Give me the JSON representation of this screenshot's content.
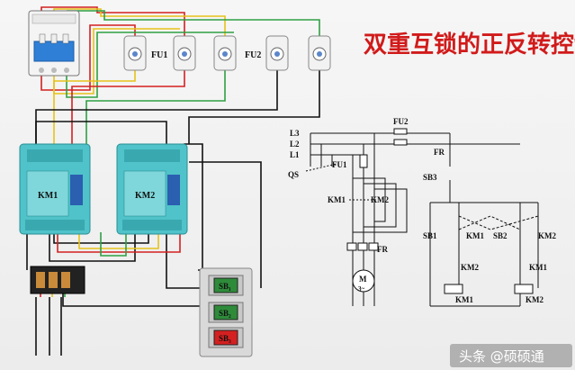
{
  "title": "双重互锁的正反转控制",
  "watermark": "头条 @硕硕通",
  "physical": {
    "fuse_labels": [
      "FU1",
      "FU2"
    ],
    "contactors": [
      "KM1",
      "KM2"
    ],
    "buttons": [
      {
        "label": "SB₁",
        "color": "#2e8b3a"
      },
      {
        "label": "SB₂",
        "color": "#2e8b3a"
      },
      {
        "label": "SB₃",
        "color": "#d42020"
      }
    ]
  },
  "schematic": {
    "phases": [
      "L3",
      "L2",
      "L1"
    ],
    "switch": "QS",
    "fuse_main": "FU1",
    "fuse_ctrl": "FU2",
    "thermal_relay": "FR",
    "main_contactors": [
      "KM1",
      "KM2"
    ],
    "motor": "M",
    "motor_sub": "3~",
    "stop_button": "SB3",
    "relay_contact": "FR",
    "start_left": "SB1",
    "start_right": "SB2",
    "seal_left": "KM1",
    "seal_right": "KM2",
    "interlock_left": "KM2",
    "interlock_right": "KM1",
    "coil_left": "KM1",
    "coil_right": "KM2"
  },
  "colors": {
    "title": "#d11a1a",
    "wire_red": "#d42020",
    "wire_yellow": "#e6c21a",
    "wire_green": "#2ea043",
    "wire_black": "#111111"
  }
}
